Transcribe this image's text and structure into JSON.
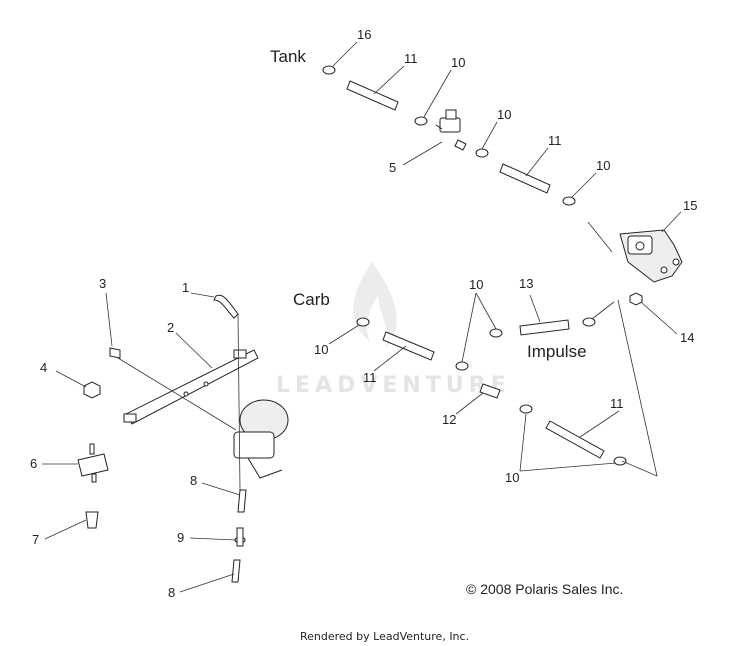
{
  "watermark": "LEADVENTURE",
  "sections": {
    "tank": "Tank",
    "carb": "Carb",
    "impulse": "Impulse"
  },
  "callouts": {
    "c1": "1",
    "c2": "2",
    "c3": "3",
    "c4": "4",
    "c5": "5",
    "c6": "6",
    "c7": "7",
    "c8a": "8",
    "c8b": "8",
    "c9": "9",
    "c10a": "10",
    "c10b": "10",
    "c10c": "10",
    "c10d": "10",
    "c10e": "10",
    "c10f": "10",
    "c11a": "11",
    "c11b": "11",
    "c11c": "11",
    "c11d": "11",
    "c12": "12",
    "c13": "13",
    "c14": "14",
    "c15": "15",
    "c16": "16"
  },
  "copyright": "© 2008 Polaris Sales Inc.",
  "footer": "Rendered by LeadVenture, Inc."
}
